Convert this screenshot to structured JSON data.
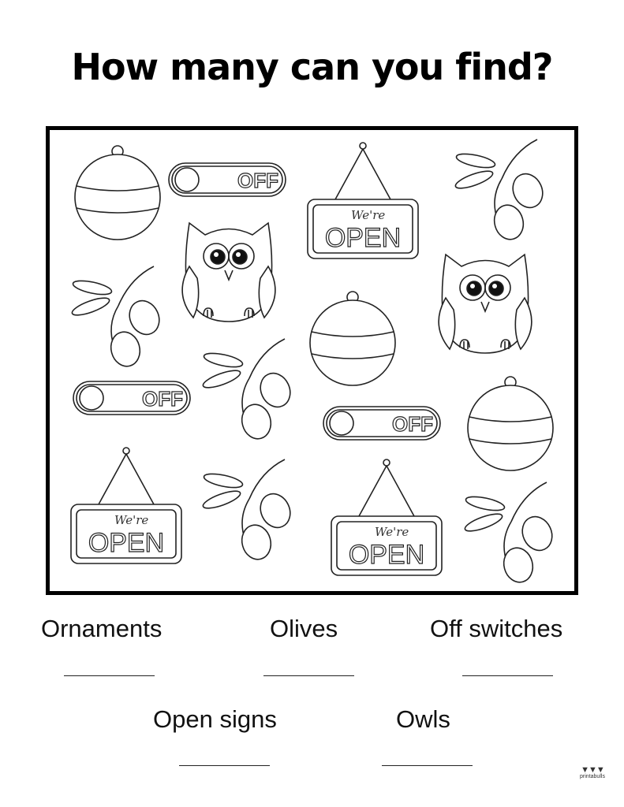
{
  "page": {
    "title": "How many can you find?"
  },
  "puzzle": {
    "items": [
      {
        "type": "ornament",
        "count": 3
      },
      {
        "type": "olives",
        "count": 5
      },
      {
        "type": "off-switch",
        "count": 3
      },
      {
        "type": "open-sign",
        "count": 3
      },
      {
        "type": "owl",
        "count": 2
      }
    ],
    "switch_text": "OFF",
    "sign_script": "We're",
    "sign_text": "OPEN"
  },
  "answers": {
    "ornaments": "Ornaments",
    "olives": "Olives",
    "off_switches": "Off switches",
    "open_signs": "Open signs",
    "owls": "Owls"
  },
  "footer": {
    "logo_text": "printabulls"
  }
}
